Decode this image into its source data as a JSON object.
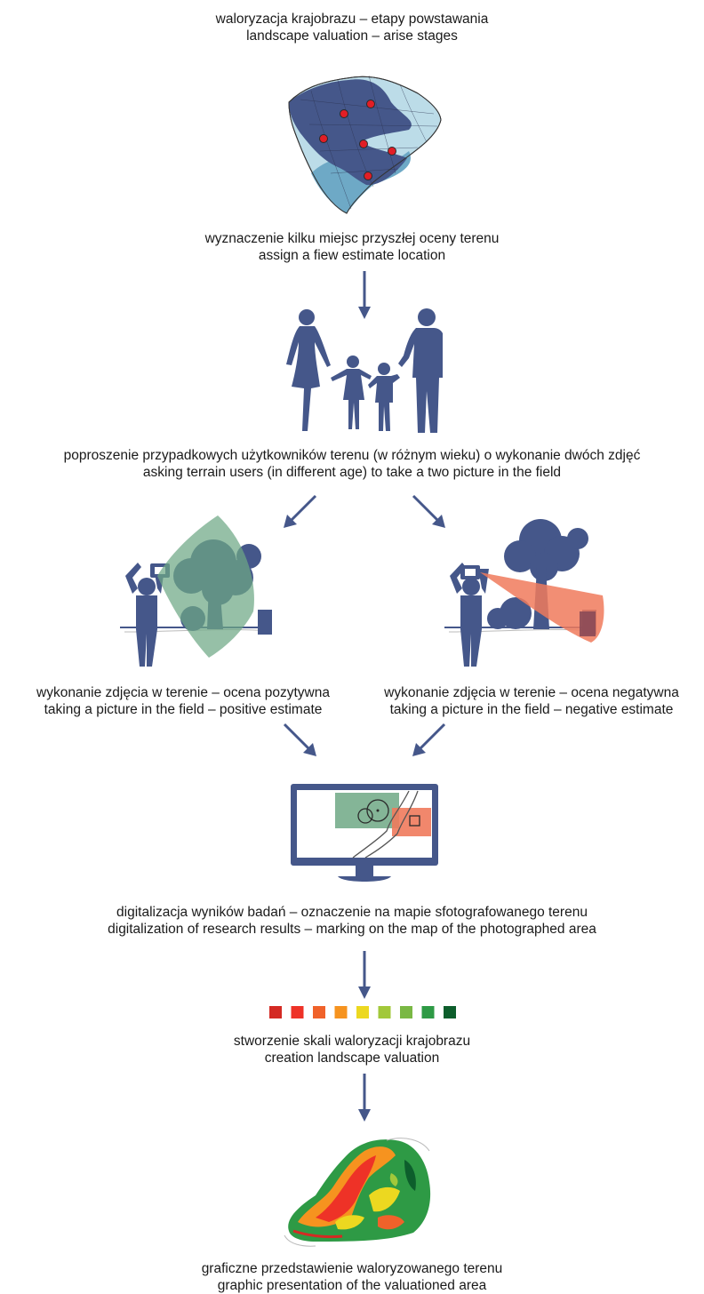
{
  "header": {
    "line_pl": "waloryzacja krajobrazu – etapy powstawania",
    "line_en": "landscape valuation – arise stages"
  },
  "steps": {
    "assign": {
      "pl": "wyznaczenie kilku miejsc przyszłej oceny terenu",
      "en": "assign a fiew estimate location"
    },
    "asking": {
      "pl": "poproszenie przypadkowych użytkowników terenu (w różnym wieku) o wykonanie dwóch zdjęć",
      "en": "asking terrain users (in different age) to take a two picture in the field"
    },
    "positive": {
      "pl": "wykonanie zdjęcia w terenie – ocena pozytywna",
      "en": "taking a picture in the field – positive estimate"
    },
    "negative": {
      "pl": "wykonanie zdjęcia w terenie – ocena negatywna",
      "en": "taking a picture in the field – negative estimate"
    },
    "digitalization": {
      "pl": "digitalizacja wyników badań – oznaczenie na mapie sfotografowanego terenu",
      "en": "digitalization of research results – marking on the map of the photographed area"
    },
    "scale": {
      "pl": "stworzenie skali waloryzacji krajobrazu",
      "en": "creation landscape valuation"
    },
    "graphic": {
      "pl": "graficzne przedstawienie waloryzowanego terenu",
      "en": "graphic presentation of the valuationed area"
    }
  },
  "colors": {
    "accent": "#45578a",
    "positive": "#7fb08f",
    "negative": "#f07a5c"
  },
  "scale_swatches": [
    "#d42a23",
    "#ee3227",
    "#f0622a",
    "#f6931f",
    "#ecd820",
    "#a2c83a",
    "#7ab844",
    "#2e9a45",
    "#0d5e2c"
  ],
  "icons": [
    "map-icon",
    "family-icon",
    "photographer-positive-icon",
    "photographer-negative-icon",
    "monitor-icon",
    "valuation-map-icon"
  ]
}
